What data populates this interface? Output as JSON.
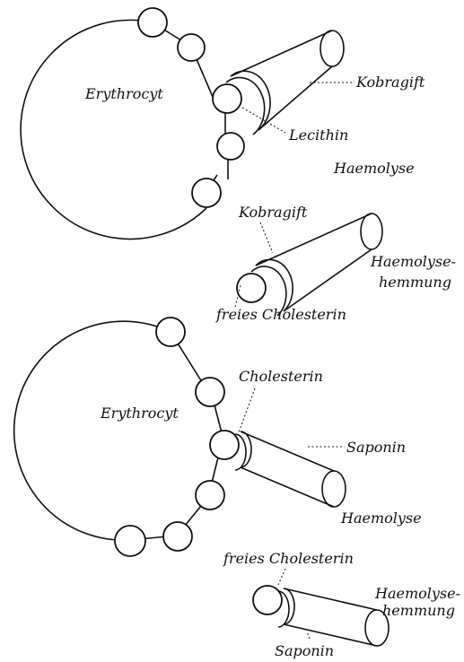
{
  "top": {
    "cell_label": "Erythrocyt",
    "toxin_label": "Kobragift",
    "lipid_label": "Lecithin",
    "result_label": "Haemolyse",
    "inhibit_toxin_label": "Kobragift",
    "inhibit_result_line1": "Haemolyse-",
    "inhibit_result_line2": "hemmung",
    "inhibit_lipid_label": "freies Cholesterin"
  },
  "bottom": {
    "cell_label": "Erythrocyt",
    "lipid_label": "Cholesterin",
    "toxin_label": "Saponin",
    "result_label": "Haemolyse",
    "inhibit_lipid_label": "freies Cholesterin",
    "inhibit_result_line1": "Haemolyse-",
    "inhibit_result_line2": "hemmung",
    "inhibit_toxin_label": "Saponin"
  }
}
